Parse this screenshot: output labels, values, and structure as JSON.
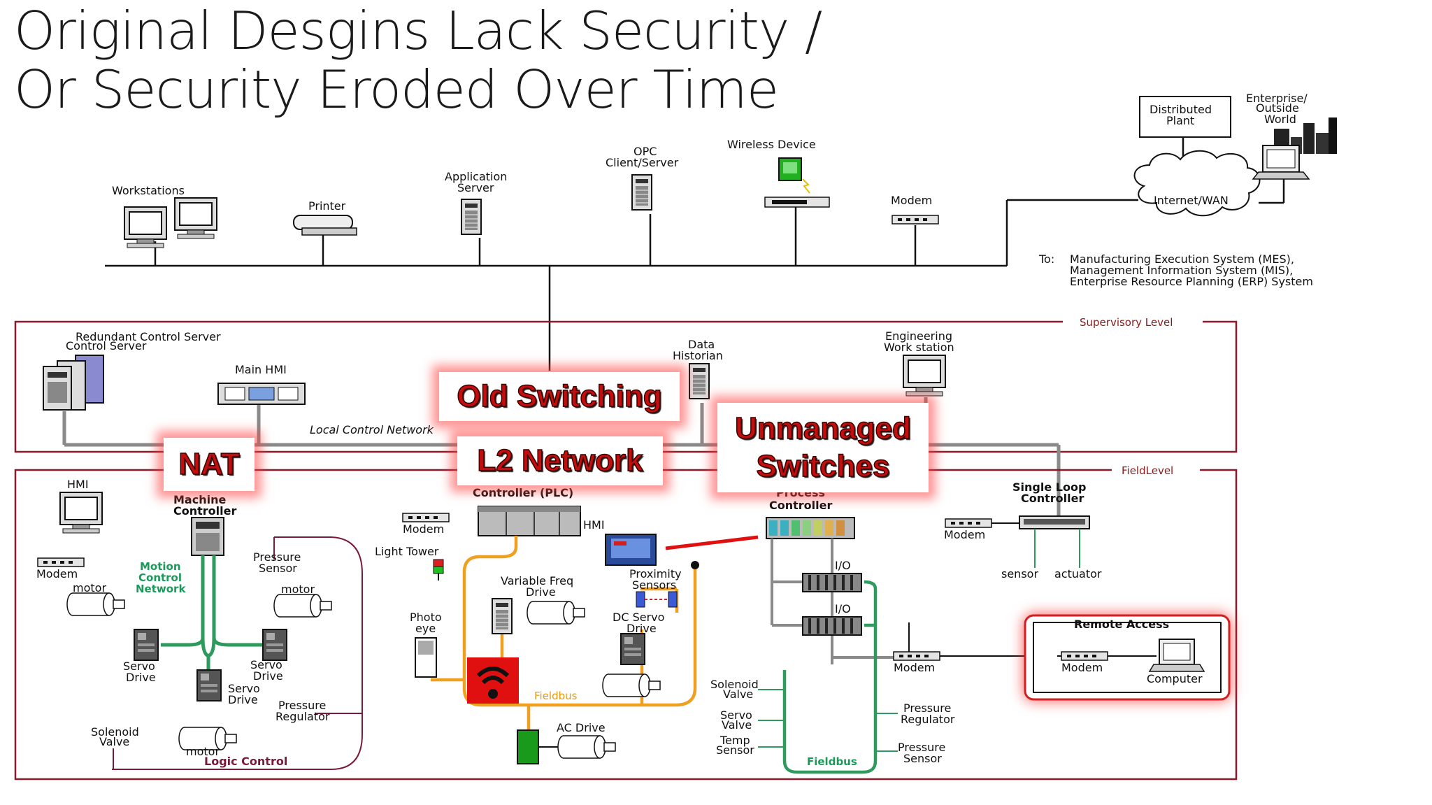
{
  "title": {
    "line1": "Original Desgins Lack Security /",
    "line2": "Or Security Eroded Over Time"
  },
  "labels": {
    "workstations": "Workstations",
    "printer": "Printer",
    "app_server_1": "Application",
    "app_server_2": "Server",
    "opc_1": "OPC",
    "opc_2": "Client/Server",
    "wireless": "Wireless Device",
    "modem_top": "Modem",
    "distributed_1": "Distributed",
    "distributed_2": "Plant",
    "enterprise_1": "Enterprise/",
    "enterprise_2": "Outside",
    "enterprise_3": "World",
    "internet": "Internet/WAN",
    "to": "To:",
    "mes": "Manufacturing Execution System (MES),",
    "mis": "Management Information System (MIS),",
    "erp": "Enterprise Resource Planning (ERP) System",
    "supervisory": "Supervisory Level",
    "redundant": "Redundant Control Server",
    "control_server": "Control Server",
    "main_hmi": "Main HMI",
    "data_historian_1": "Data",
    "data_historian_2": "Historian",
    "eng_ws_1": "Engineering",
    "eng_ws_2": "Work station",
    "local_net": "Local Control Network",
    "field_level": "FieldLevel",
    "hmi_left": "HMI",
    "machine_ctrl_1": "Machine",
    "machine_ctrl_2": "Controller",
    "modem_left": "Modem",
    "motion_1": "Motion",
    "motion_2": "Control",
    "motion_3": "Network",
    "motor_a": "motor",
    "motor_b": "motor",
    "motor_c": "motor",
    "pressure_sensor_1": "Pressure",
    "pressure_sensor_2": "Sensor",
    "servo_drive_a1": "Servo",
    "servo_drive_a2": "Drive",
    "servo_drive_b1": "Servo",
    "servo_drive_b2": "Drive",
    "servo_drive_c1": "Servo",
    "servo_drive_c2": "Drive",
    "pressure_reg_1": "Pressure",
    "pressure_reg_2": "Regulator",
    "solenoid_1": "Solenoid",
    "solenoid_2": "Valve",
    "logic_control": "Logic Control",
    "plc": "Controller (PLC)",
    "modem_plc": "Modem",
    "hmi_plc": "HMI",
    "light_tower": "Light Tower",
    "vfd_1": "Variable Freq",
    "vfd_2": "Drive",
    "prox_1": "Proximity",
    "prox_2": "Sensors",
    "photo_1": "Photo",
    "photo_2": "eye",
    "dc_servo_1": "DC Servo",
    "dc_servo_2": "Drive",
    "fieldbus_a": "Fieldbus",
    "ac_drive": "AC Drive",
    "process_ctrl_1": "Process",
    "process_ctrl_2": "Controller",
    "io_1": "I/O",
    "io_2": "I/O",
    "solenoid_valve_1": "Solenoid",
    "solenoid_valve_2": "Valve",
    "servo_valve_1": "Servo",
    "servo_valve_2": "Valve",
    "temp_1": "Temp",
    "temp_2": "Sensor",
    "fieldbus_b": "Fieldbus",
    "pressure_reg_r1": "Pressure",
    "pressure_reg_r2": "Regulator",
    "pressure_sensor_r1": "Pressure",
    "pressure_sensor_r2": "Sensor",
    "single_loop_1": "Single Loop",
    "single_loop_2": "Controller",
    "modem_sl": "Modem",
    "sensor": "sensor",
    "actuator": "actuator",
    "modem_field": "Modem",
    "remote_access": "Remote Access",
    "modem_remote": "Modem",
    "computer": "Computer"
  },
  "callouts": {
    "nat": "NAT",
    "old_switching": "Old Switching",
    "l2_network": "L2 Network",
    "unmanaged_1": "Unmanaged",
    "unmanaged_2": "Switches"
  },
  "colors": {
    "network_line": "#111111",
    "border_maroon": "#8b1a2b",
    "lan_gray": "#8a8a8a",
    "motion_green": "#2e9a5e",
    "fieldbus_orange": "#f0a020",
    "callout_red": "#c40d0d",
    "wifi_red": "#e01010"
  },
  "icons": [
    "workstation-icon",
    "printer-icon",
    "server-icon",
    "wireless-device-icon",
    "modem-icon",
    "cloud-icon",
    "city-icon",
    "laptop-icon",
    "wifi-icon",
    "drive-icon",
    "motor-icon"
  ]
}
